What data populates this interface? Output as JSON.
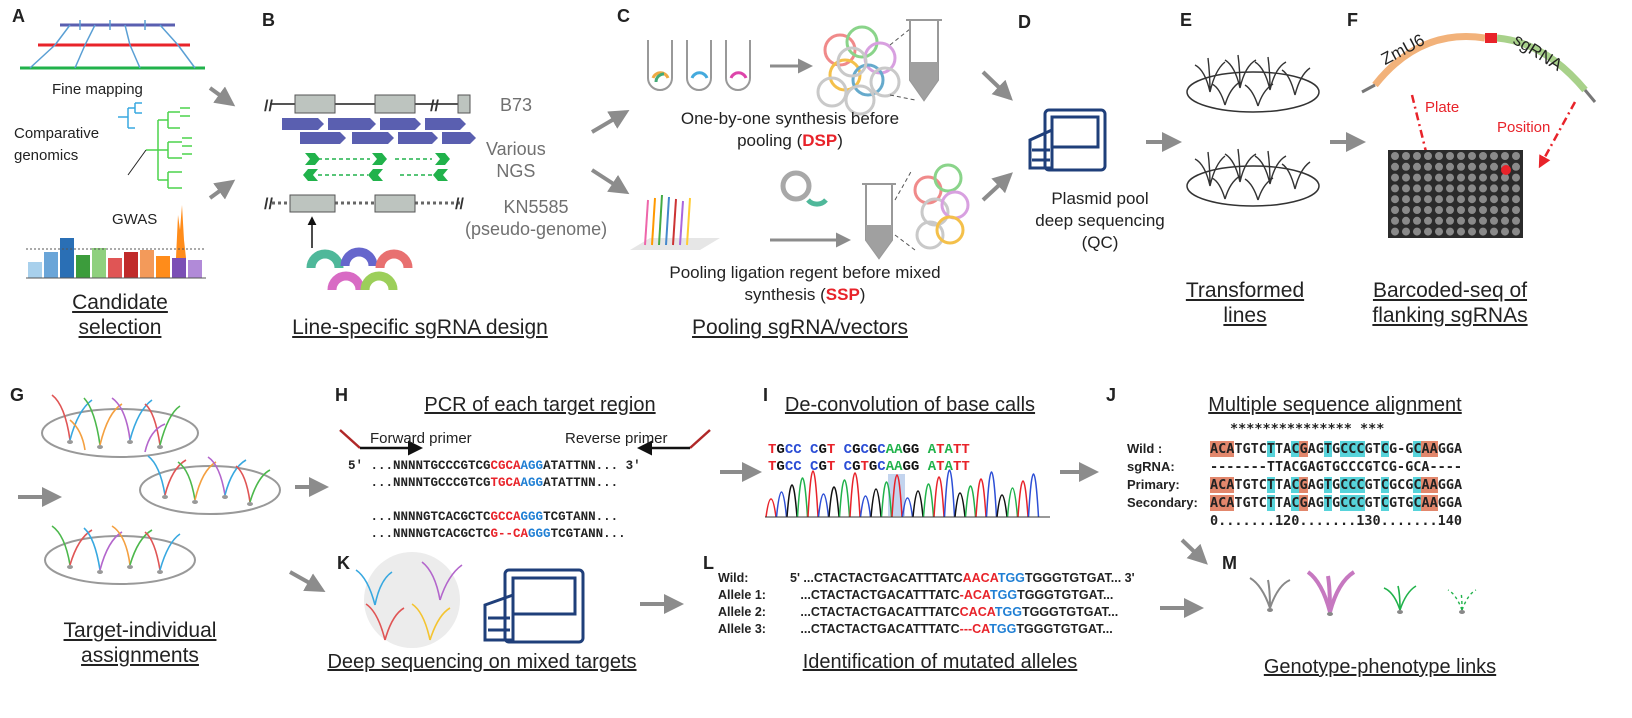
{
  "panels": {
    "A": {
      "letter": "A",
      "fine_mapping": "Fine mapping",
      "comparative": "Comparative\ngenomics",
      "gwas": "GWAS",
      "caption": "Candidate\nselection"
    },
    "B": {
      "letter": "B",
      "b73": "B73",
      "various": "Various\nNGS",
      "kn5585": "KN5585\n(pseudo-genome)",
      "caption": "Line-specific sgRNA design"
    },
    "C": {
      "letter": "C",
      "dsp_text_1": "One-by-one synthesis before",
      "dsp_text_2": "pooling (",
      "dsp_tag": "DSP",
      "dsp_text_3": ")",
      "ssp_text_1": "Pooling ligation regent before mixed",
      "ssp_text_2": "synthesis (",
      "ssp_tag": "SSP",
      "ssp_text_3": ")",
      "caption": "Pooling sgRNA/vectors"
    },
    "D": {
      "letter": "D",
      "text": "Plasmid pool\ndeep sequencing\n(QC)"
    },
    "E": {
      "letter": "E",
      "caption": "Transformed\nlines"
    },
    "F": {
      "letter": "F",
      "zmu6": "ZmU6",
      "sgrna": "sgRNA",
      "plate": "Plate",
      "position": "Position",
      "caption": "Barcoded-seq of\nflanking sgRNAs"
    },
    "G": {
      "letter": "G",
      "caption": "Target-individual\nassignments"
    },
    "H": {
      "letter": "H",
      "caption": "PCR of each target region",
      "forward": "Forward primer",
      "reverse": "Reverse primer"
    },
    "I": {
      "letter": "I",
      "caption": "De-convolution of base calls",
      "seq1": "TGCC CGT CGCGCAAGG ATATT",
      "seq2": "TGCC CGT CGTGCAAGG ATATT"
    },
    "J": {
      "letter": "J",
      "caption": "Multiple sequence alignment",
      "stars": "*************** ***",
      "labels": [
        "Wild :",
        "sgRNA:",
        "Primary:",
        "Secondary:"
      ],
      "ruler": "0.......120.......130.......140"
    },
    "K": {
      "letter": "K",
      "caption": "Deep sequencing on mixed targets"
    },
    "L": {
      "letter": "L",
      "caption": "Identification of mutated alleles",
      "labels": [
        "Wild:",
        "Allele 1:",
        "Allele 2:",
        "Allele 3:"
      ]
    },
    "M": {
      "letter": "M",
      "caption": "Genotype-phenotype links"
    }
  },
  "colors": {
    "arrow": "#8c8c8c",
    "red": "#e8232a",
    "blue": "#1f7fd4",
    "seq_teal": "#57d3da",
    "seq_orange": "#e2876c",
    "gene_blue": "#5a5fb0",
    "green": "#21b24b",
    "seq_box": "#1f3f7a"
  }
}
